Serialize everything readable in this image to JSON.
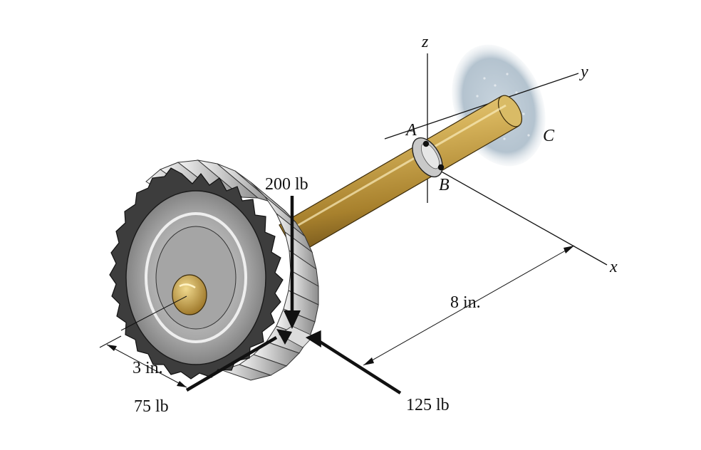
{
  "figure": {
    "axes": {
      "x": "x",
      "y": "y",
      "z": "z"
    },
    "points": {
      "A": "A",
      "B": "B",
      "C": "C"
    },
    "forces": {
      "vertical": "200 lb",
      "axial": "125 lb",
      "radial": "75 lb"
    },
    "dimensions": {
      "shaft_length": "8 in.",
      "gear_radius": "3 in."
    }
  },
  "colors": {
    "shaft": "#c9a24a",
    "gear": "#a9a9a9",
    "support": "#b9c7d3",
    "line": "#111111"
  }
}
